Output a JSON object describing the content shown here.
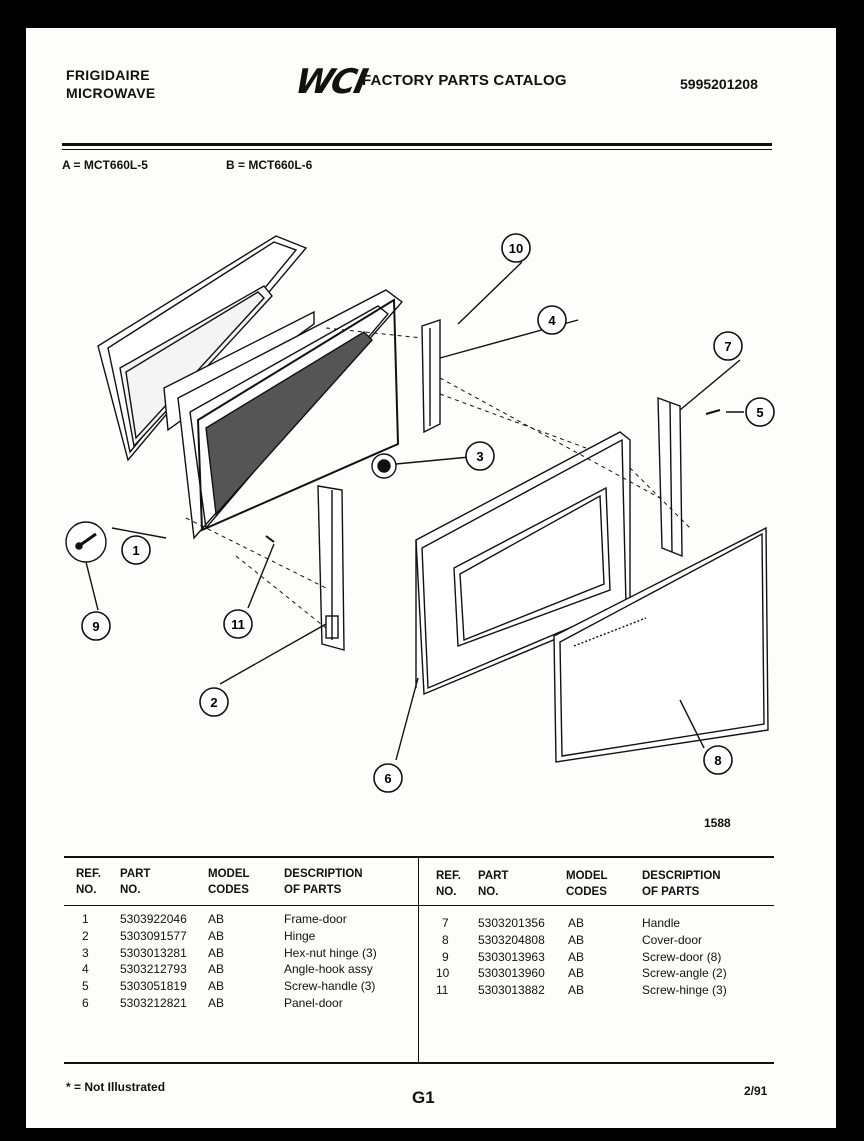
{
  "header": {
    "brand_line1": "FRIGIDAIRE",
    "brand_line2": "MICROWAVE",
    "logo": "WCI",
    "catalog_title": "FACTORY PARTS CATALOG",
    "catalog_number": "5995201208"
  },
  "models": {
    "a": "A = MCT660L-5",
    "b": "B = MCT660L-6"
  },
  "diagram": {
    "figure_number": "1588",
    "callouts": [
      "1",
      "2",
      "3",
      "4",
      "5",
      "6",
      "7",
      "8",
      "9",
      "10",
      "11"
    ]
  },
  "table": {
    "headers": {
      "ref": [
        "REF.",
        "NO."
      ],
      "part": [
        "PART",
        "NO."
      ],
      "model": [
        "MODEL",
        "CODES"
      ],
      "desc": [
        "DESCRIPTION",
        "OF PARTS"
      ]
    },
    "left": [
      {
        "ref": "1",
        "part": "5303922046",
        "codes": "AB",
        "desc": "Frame-door"
      },
      {
        "ref": "2",
        "part": "5303091577",
        "codes": "AB",
        "desc": "Hinge"
      },
      {
        "ref": "3",
        "part": "5303013281",
        "codes": "AB",
        "desc": "Hex-nut hinge (3)"
      },
      {
        "ref": "4",
        "part": "5303212793",
        "codes": "AB",
        "desc": "Angle-hook assy"
      },
      {
        "ref": "5",
        "part": "5303051819",
        "codes": "AB",
        "desc": "Screw-handle (3)"
      },
      {
        "ref": "6",
        "part": "5303212821",
        "codes": "AB",
        "desc": "Panel-door"
      }
    ],
    "right": [
      {
        "ref": "7",
        "part": "5303201356",
        "codes": "AB",
        "desc": "Handle"
      },
      {
        "ref": "8",
        "part": "5303204808",
        "codes": "AB",
        "desc": "Cover-door"
      },
      {
        "ref": "9",
        "part": "5303013963",
        "codes": "AB",
        "desc": "Screw-door (8)"
      },
      {
        "ref": "10",
        "part": "5303013960",
        "codes": "AB",
        "desc": "Screw-angle (2)"
      },
      {
        "ref": "11",
        "part": "5303013882",
        "codes": "AB",
        "desc": "Screw-hinge (3)"
      }
    ]
  },
  "footer": {
    "note": "* = Not Illustrated",
    "page": "G1",
    "date": "2/91"
  }
}
